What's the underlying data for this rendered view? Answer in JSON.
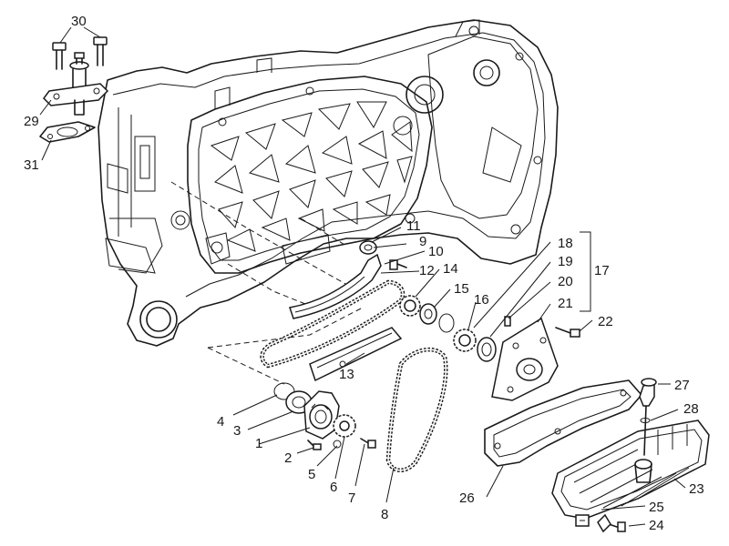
{
  "callouts": [
    {
      "id": "1",
      "text": "1"
    },
    {
      "id": "2",
      "text": "2"
    },
    {
      "id": "3",
      "text": "3"
    },
    {
      "id": "4",
      "text": "4"
    },
    {
      "id": "5",
      "text": "5"
    },
    {
      "id": "6",
      "text": "6"
    },
    {
      "id": "7",
      "text": "7"
    },
    {
      "id": "8",
      "text": "8"
    },
    {
      "id": "9",
      "text": "9"
    },
    {
      "id": "10",
      "text": "10"
    },
    {
      "id": "11",
      "text": "11"
    },
    {
      "id": "12",
      "text": "12"
    },
    {
      "id": "13",
      "text": "13"
    },
    {
      "id": "14",
      "text": "14"
    },
    {
      "id": "15",
      "text": "15"
    },
    {
      "id": "16",
      "text": "16"
    },
    {
      "id": "17",
      "text": "17"
    },
    {
      "id": "18",
      "text": "18"
    },
    {
      "id": "19",
      "text": "19"
    },
    {
      "id": "20",
      "text": "20"
    },
    {
      "id": "21",
      "text": "21"
    },
    {
      "id": "22",
      "text": "22"
    },
    {
      "id": "23",
      "text": "23"
    },
    {
      "id": "24",
      "text": "24"
    },
    {
      "id": "25",
      "text": "25"
    },
    {
      "id": "26",
      "text": "26"
    },
    {
      "id": "27",
      "text": "27"
    },
    {
      "id": "28",
      "text": "28"
    },
    {
      "id": "29",
      "text": "29"
    },
    {
      "id": "30",
      "text": "30"
    },
    {
      "id": "31",
      "text": "31"
    }
  ]
}
